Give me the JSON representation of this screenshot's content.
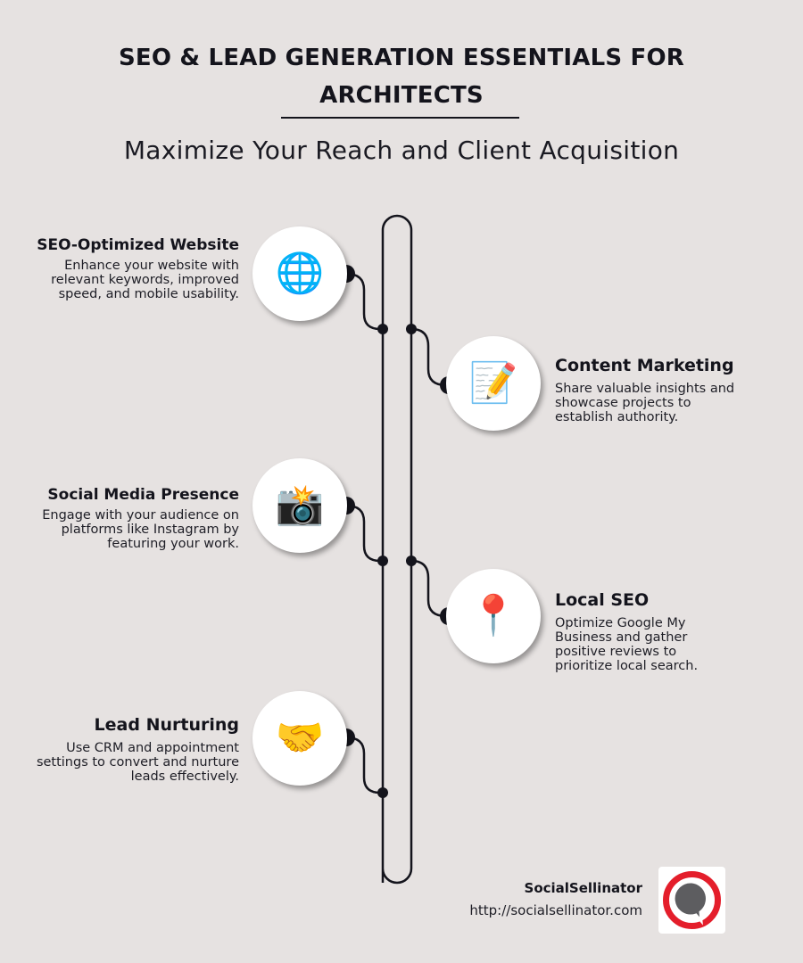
{
  "header": {
    "title": "SEO & LEAD GENERATION ESSENTIALS FOR ARCHITECTS",
    "subtitle": "Maximize Your Reach and Client Acquisition"
  },
  "items": [
    {
      "side": "left",
      "heading": "SEO-Optimized Website",
      "description": "Enhance your website with relevant keywords, improved speed, and mobile usability.",
      "icon": "globe-icon",
      "glyph": "🌐"
    },
    {
      "side": "right",
      "heading": "Content Marketing",
      "description": "Share valuable insights and showcase projects to establish authority.",
      "icon": "memo-icon",
      "glyph": "📝"
    },
    {
      "side": "left",
      "heading": "Social Media Presence",
      "description": "Engage with your audience on platforms like Instagram by featuring your work.",
      "icon": "camera-flash-icon",
      "glyph": "📸"
    },
    {
      "side": "right",
      "heading": "Local SEO",
      "description": "Optimize Google My Business and gather positive reviews to prioritize local search.",
      "icon": "pushpin-icon",
      "glyph": "📍"
    },
    {
      "side": "left",
      "heading": "Lead Nurturing",
      "description": "Use CRM and appointment settings to convert and nurture leads effectively.",
      "icon": "handshake-icon",
      "glyph": "🤝"
    }
  ],
  "footer": {
    "brand_name": "SocialSellinator",
    "brand_url": "http://socialsellinator.com",
    "logo_icon": "speech-bubble-logo-icon"
  },
  "colors": {
    "background": "#e6e2e1",
    "ink": "#14141c",
    "logo_red": "#e41e2b",
    "logo_gray": "#5d5d60"
  }
}
